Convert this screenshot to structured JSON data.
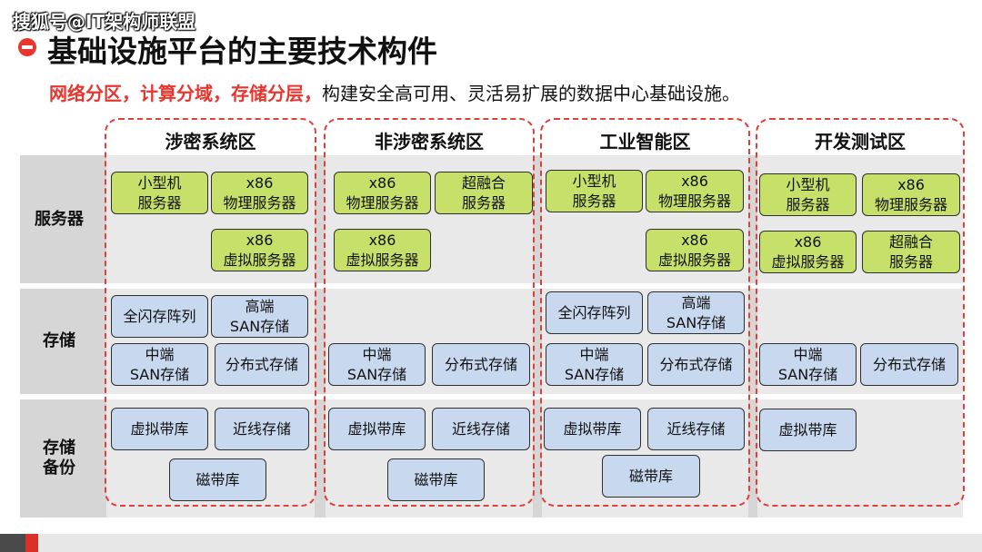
{
  "watermark": "搜狐号@IT架构师联盟",
  "title": "基础设施平台的主要技术构件",
  "subtitle": {
    "highlight": "网络分区，计算分域，存储分层，",
    "rest": "构建安全高可用、灵活易扩展的数据中心基础设施。"
  },
  "row_labels": {
    "server": "服务器",
    "storage": "存储",
    "backup_line1": "存储",
    "backup_line2": "备份"
  },
  "zones": [
    {
      "title": "涉密系统区",
      "boxes": [
        {
          "l1": "小型机",
          "l2": "服务器",
          "color": "green"
        },
        {
          "l1": "x86",
          "l2": "物理服务器",
          "color": "green"
        },
        {
          "l1": "x86",
          "l2": "虚拟服务器",
          "color": "green"
        },
        {
          "l1": "全闪存阵列",
          "l2": "",
          "color": "blue"
        },
        {
          "l1": "高端",
          "l2": "SAN存储",
          "color": "blue"
        },
        {
          "l1": "中端",
          "l2": "SAN存储",
          "color": "blue"
        },
        {
          "l1": "分布式存储",
          "l2": "",
          "color": "blue"
        },
        {
          "l1": "虚拟带库",
          "l2": "",
          "color": "blue"
        },
        {
          "l1": "近线存储",
          "l2": "",
          "color": "blue"
        },
        {
          "l1": "磁带库",
          "l2": "",
          "color": "blue"
        }
      ]
    },
    {
      "title": "非涉密系统区",
      "boxes": [
        {
          "l1": "x86",
          "l2": "物理服务器",
          "color": "green"
        },
        {
          "l1": "超融合",
          "l2": "服务器",
          "color": "green"
        },
        {
          "l1": "x86",
          "l2": "虚拟服务器",
          "color": "green"
        },
        {
          "l1": "中端",
          "l2": "SAN存储",
          "color": "blue"
        },
        {
          "l1": "分布式存储",
          "l2": "",
          "color": "blue"
        },
        {
          "l1": "虚拟带库",
          "l2": "",
          "color": "blue"
        },
        {
          "l1": "近线存储",
          "l2": "",
          "color": "blue"
        },
        {
          "l1": "磁带库",
          "l2": "",
          "color": "blue"
        }
      ]
    },
    {
      "title": "工业智能区",
      "boxes": [
        {
          "l1": "小型机",
          "l2": "服务器",
          "color": "green"
        },
        {
          "l1": "x86",
          "l2": "物理服务器",
          "color": "green"
        },
        {
          "l1": "x86",
          "l2": "虚拟服务器",
          "color": "green"
        },
        {
          "l1": "全闪存阵列",
          "l2": "",
          "color": "blue"
        },
        {
          "l1": "高端",
          "l2": "SAN存储",
          "color": "blue"
        },
        {
          "l1": "中端",
          "l2": "SAN存储",
          "color": "blue"
        },
        {
          "l1": "分布式存储",
          "l2": "",
          "color": "blue"
        },
        {
          "l1": "虚拟带库",
          "l2": "",
          "color": "blue"
        },
        {
          "l1": "近线存储",
          "l2": "",
          "color": "blue"
        },
        {
          "l1": "磁带库",
          "l2": "",
          "color": "blue"
        }
      ]
    },
    {
      "title": "开发测试区",
      "boxes": [
        {
          "l1": "小型机",
          "l2": "服务器",
          "color": "green"
        },
        {
          "l1": "x86",
          "l2": "物理服务器",
          "color": "green"
        },
        {
          "l1": "x86",
          "l2": "虚拟服务器",
          "color": "green"
        },
        {
          "l1": "超融合",
          "l2": "服务器",
          "color": "green"
        },
        {
          "l1": "中端",
          "l2": "SAN存储",
          "color": "blue"
        },
        {
          "l1": "分布式存储",
          "l2": "",
          "color": "blue"
        },
        {
          "l1": "虚拟带库",
          "l2": "",
          "color": "blue"
        }
      ]
    }
  ],
  "colors": {
    "accent_red": "#e8362f",
    "server_green": "#c6e06a",
    "storage_blue": "#c8d9ef",
    "band_gray": "#d6d6d6"
  }
}
